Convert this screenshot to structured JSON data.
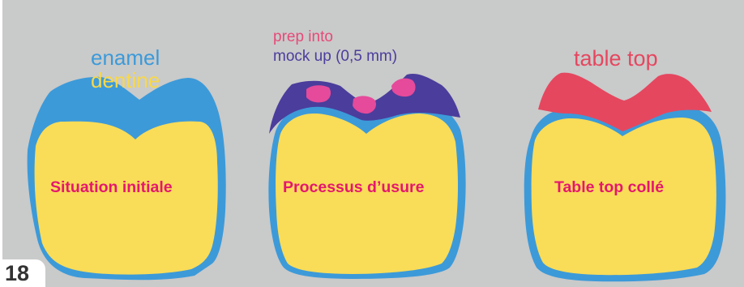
{
  "labels": {
    "enamel": "enamel",
    "dentine": "dentine",
    "prep_into": "prep into",
    "mock_up": "mock up (0,5 mm)",
    "table_top": "table top"
  },
  "teeth": [
    {
      "caption": "Situation initiale"
    },
    {
      "caption": "Processus d’usure"
    },
    {
      "caption": "Table top collé"
    }
  ],
  "figure_number": "18",
  "colors": {
    "background": "#c9caca",
    "enamel": "#3c9ad9",
    "dentine": "#f9dc58",
    "mock_up": "#4b3d9c",
    "prep": "#e64a9a",
    "table_top": "#e5475f",
    "caption": "#e5176e"
  }
}
